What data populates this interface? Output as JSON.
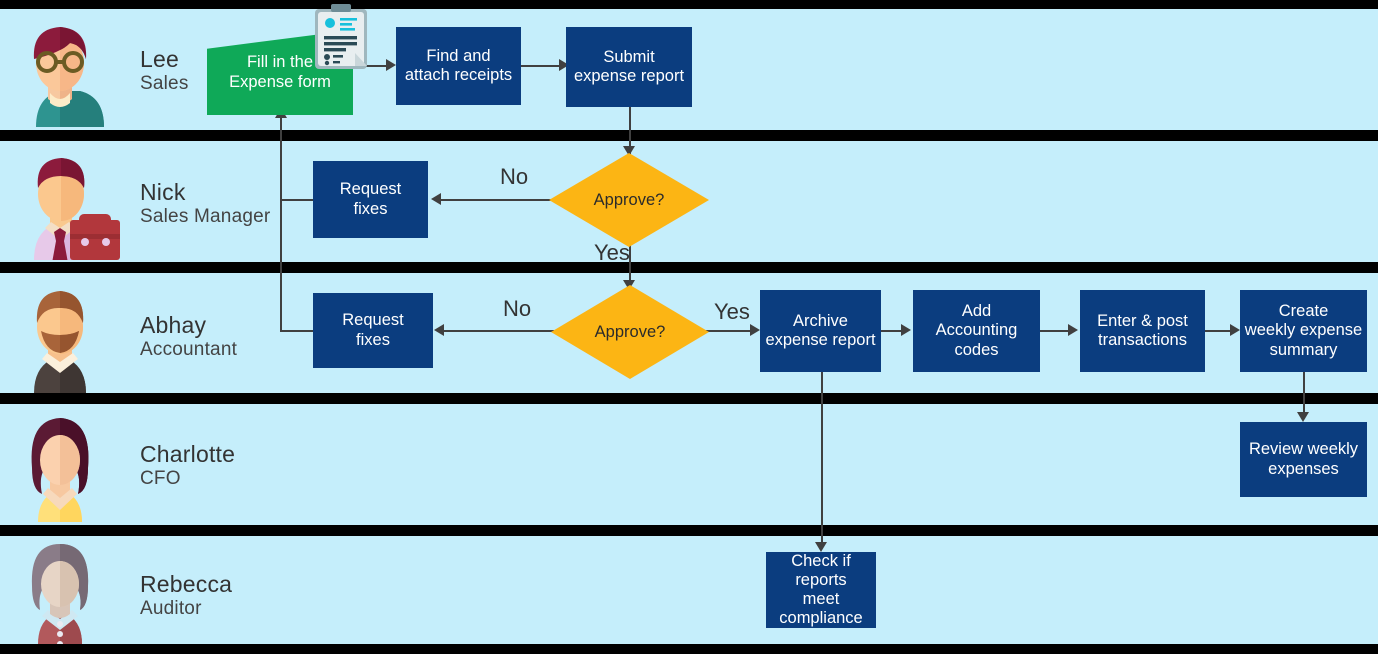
{
  "diagram": {
    "title": "Expense report approval swimlane process",
    "background_color": "#C5EEFB",
    "lane_divider_color": "#000000",
    "process_color": "#0B3D7F",
    "start_color": "#0FA958",
    "decision_color": "#FCB514",
    "connector_color": "#404040"
  },
  "lanes": [
    {
      "id": "lane-lee",
      "name": "Lee",
      "role": "Sales",
      "avatar": "lee-avatar-icon",
      "nodes": [
        {
          "id": "fill-expense-form",
          "label": "Fill in the\nExpense form",
          "line1": "Fill in the",
          "line2": "Expense form",
          "type": "start",
          "icon": "clipboard-form-icon"
        },
        {
          "id": "find-attach-receipts",
          "line1": "Find and",
          "line2": "attach receipts",
          "type": "process"
        },
        {
          "id": "submit-expense-report",
          "line1": "Submit",
          "line2": "expense report",
          "type": "process"
        }
      ]
    },
    {
      "id": "lane-nick",
      "name": "Nick",
      "role": "Sales Manager",
      "avatar": "nick-avatar-icon",
      "nodes": [
        {
          "id": "nick-request-fixes",
          "line1": "Request",
          "line2": "fixes",
          "type": "process"
        },
        {
          "id": "nick-approve",
          "label": "Approve?",
          "type": "decision"
        }
      ]
    },
    {
      "id": "lane-abhay",
      "name": "Abhay",
      "role": "Accountant",
      "avatar": "abhay-avatar-icon",
      "nodes": [
        {
          "id": "abhay-request-fixes",
          "line1": "Request",
          "line2": "fixes",
          "type": "process"
        },
        {
          "id": "abhay-approve",
          "label": "Approve?",
          "type": "decision"
        },
        {
          "id": "archive-expense-report",
          "line1": "Archive",
          "line2": "expense report",
          "type": "process"
        },
        {
          "id": "add-accounting-codes",
          "line1": "Add",
          "line2": "Accounting",
          "line3": "codes",
          "type": "process"
        },
        {
          "id": "enter-post-transactions",
          "line1": "Enter & post",
          "line2": "transactions",
          "type": "process"
        },
        {
          "id": "create-weekly-expense-summary",
          "line1": "Create",
          "line2": "weekly expense",
          "line3": "summary",
          "type": "process"
        }
      ]
    },
    {
      "id": "lane-charlotte",
      "name": "Charlotte",
      "role": "CFO",
      "avatar": "charlotte-avatar-icon",
      "nodes": [
        {
          "id": "review-weekly-expenses",
          "line1": "Review weekly",
          "line2": "expenses",
          "type": "process"
        }
      ]
    },
    {
      "id": "lane-rebecca",
      "name": "Rebecca",
      "role": "Auditor",
      "avatar": "rebecca-avatar-icon",
      "nodes": [
        {
          "id": "check-reports-compliance",
          "line1": "Check if",
          "line2": "reports",
          "line3": "meet",
          "line4": "compliance",
          "type": "process"
        }
      ]
    }
  ],
  "edge_labels": {
    "nick_no": "No",
    "nick_yes": "Yes",
    "abhay_no": "No",
    "abhay_yes": "Yes"
  }
}
